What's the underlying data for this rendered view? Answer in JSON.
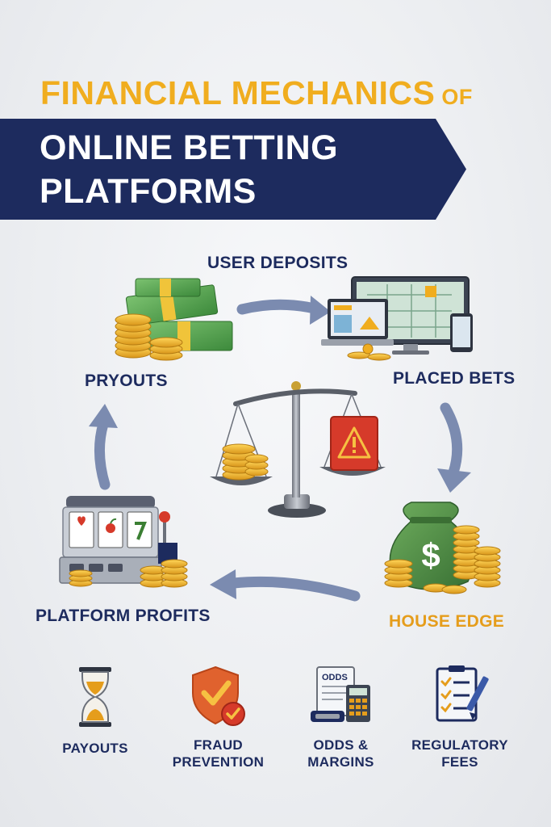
{
  "title": {
    "line1_main": "FINANCIAL MECHANICS",
    "line1_suffix": "OF",
    "banner_line1": "ONLINE BETTING",
    "banner_line2": "PLATFORMS"
  },
  "cycle": {
    "user_deposits": "USER DEPOSITS",
    "placed_bets": "PLACED BETS",
    "house_edge": "HOUSE EDGE",
    "platform_profits": "PLATFORM PROFITS",
    "pryouts": "PRYOUTS"
  },
  "icon_names": {
    "deposits": "cash-stack-coins-icon",
    "bets": "computer-monitor-devices-icon",
    "scale": "balance-scale-icon",
    "house_edge": "money-bag-coins-icon",
    "profits": "slot-machine-icon"
  },
  "bottom": [
    {
      "label_line1": "PAYOUTS",
      "label_line2": "",
      "icon": "hourglass-icon"
    },
    {
      "label_line1": "FRAUD",
      "label_line2": "PREVENTION",
      "icon": "shield-check-icon"
    },
    {
      "label_line1": "ODDS &",
      "label_line2": "MARGINS",
      "icon": "odds-calculator-icon"
    },
    {
      "label_line1": "REGULATORY",
      "label_line2": "FEES",
      "icon": "clipboard-checklist-icon"
    }
  ],
  "icon_text": {
    "odds_doc": "ODDS"
  },
  "colors": {
    "navy": "#1d2b5e",
    "gold": "#f0ad1f",
    "arrow": "#7b8bb0",
    "money_green": "#4e9a4a",
    "alert_red": "#d63a2a"
  }
}
